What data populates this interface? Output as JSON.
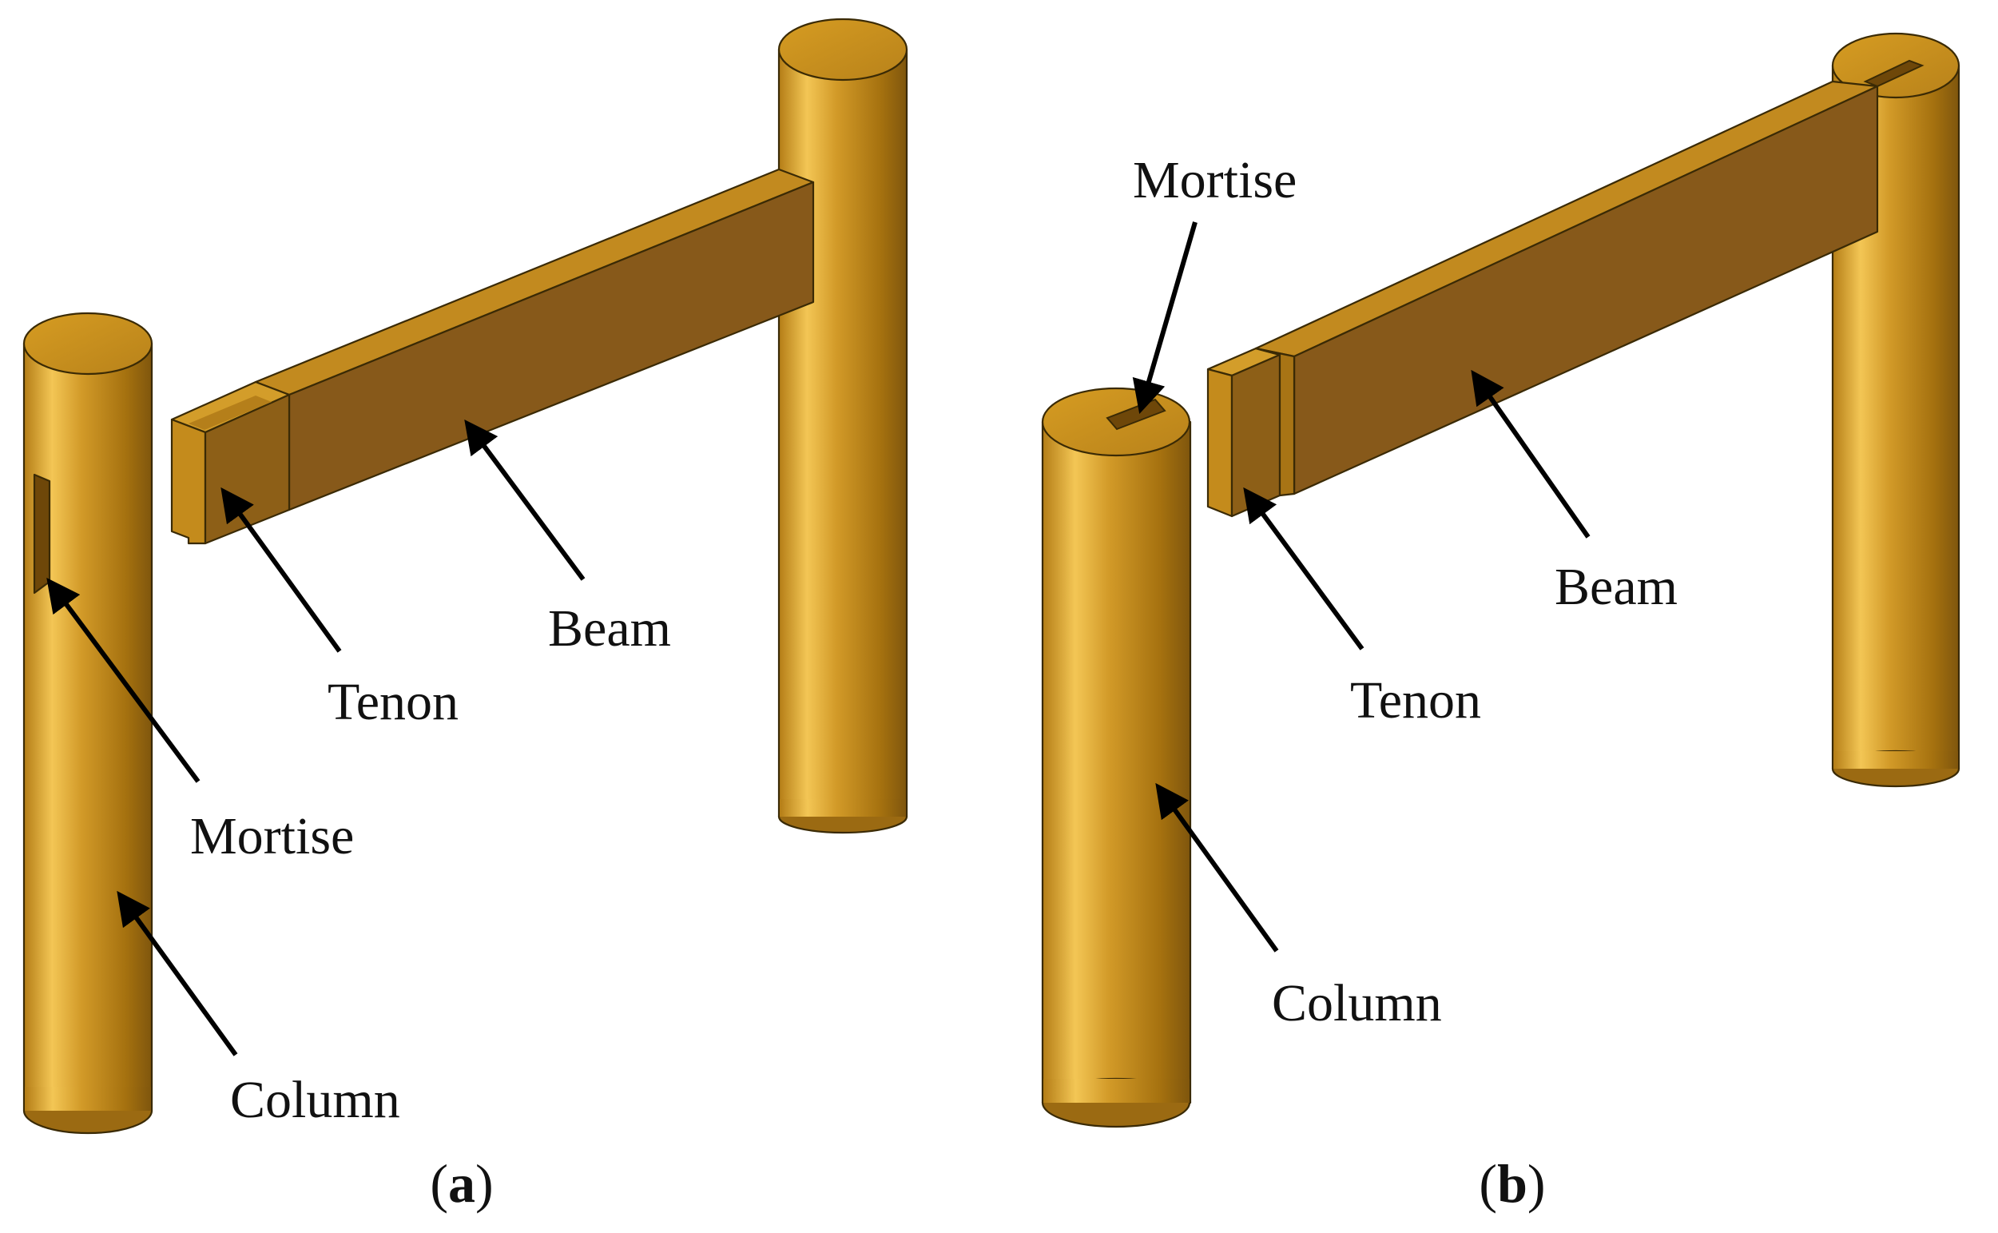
{
  "panels": [
    {
      "id": "a",
      "caption_open": "(",
      "caption_letter": "a",
      "caption_close": ")",
      "labels": {
        "mortise": "Mortise",
        "tenon": "Tenon",
        "beam": "Beam",
        "column": "Column"
      }
    },
    {
      "id": "b",
      "caption_open": "(",
      "caption_letter": "b",
      "caption_close": ")",
      "labels": {
        "mortise": "Mortise",
        "tenon": "Tenon",
        "beam": "Beam",
        "column": "Column"
      }
    }
  ],
  "colors": {
    "wood_light": "#f1c14a",
    "wood_mid": "#c88f1c",
    "wood_dark": "#8a5e12",
    "beam_front": "#87591a",
    "beam_top": "#c28a1f",
    "background": "#ffffff"
  }
}
